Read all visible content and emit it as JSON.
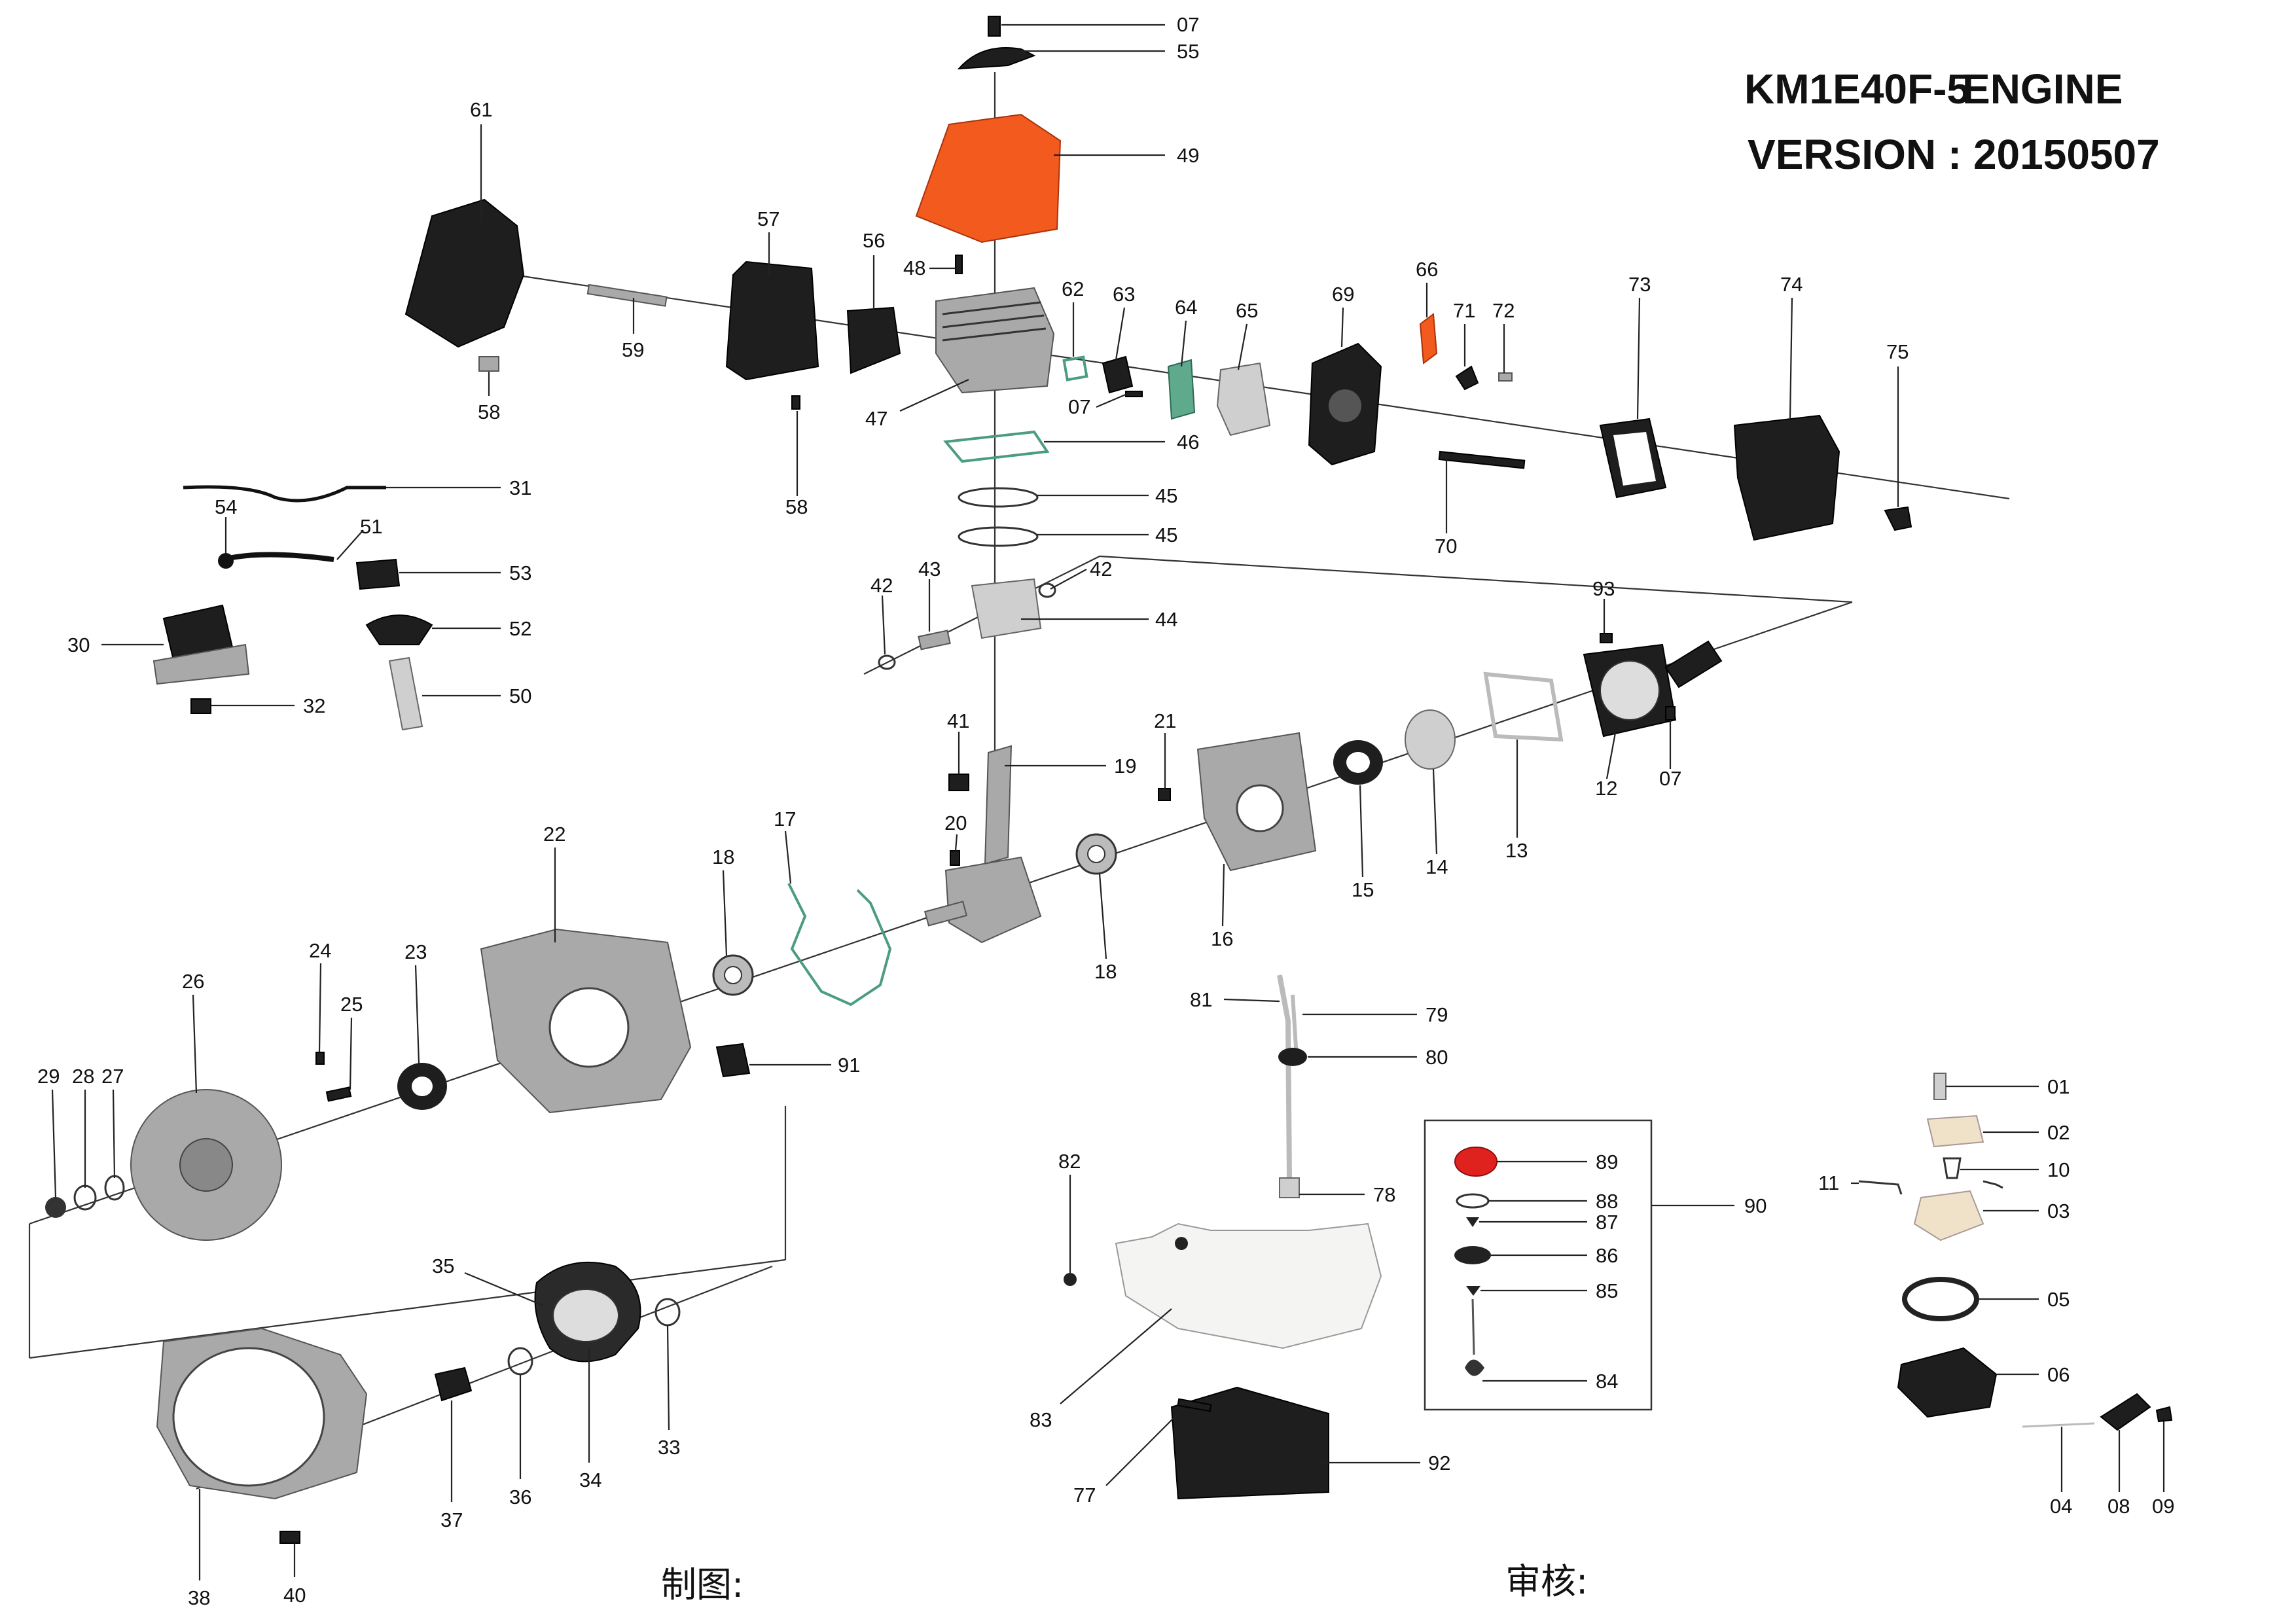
{
  "header": {
    "model": "KM1E40F-5",
    "model_suffix": "ENGINE",
    "version": "VERSION : 20150507"
  },
  "footer": {
    "drawn_by": "制图:",
    "checked_by": "审核:"
  },
  "part_labels": [
    "07",
    "55",
    "49",
    "61",
    "57",
    "56",
    "48",
    "62",
    "63",
    "64",
    "65",
    "69",
    "66",
    "71",
    "72",
    "73",
    "74",
    "75",
    "59",
    "58",
    "58",
    "47",
    "07",
    "46",
    "70",
    "45",
    "45",
    "31",
    "54",
    "51",
    "53",
    "52",
    "50",
    "30",
    "32",
    "42",
    "43",
    "42",
    "44",
    "93",
    "12",
    "07",
    "41",
    "19",
    "21",
    "20",
    "17",
    "22",
    "18",
    "18",
    "16",
    "15",
    "14",
    "13",
    "24",
    "25",
    "23",
    "26",
    "29",
    "28",
    "27",
    "91",
    "81",
    "79",
    "80",
    "78",
    "82",
    "83",
    "77",
    "92",
    "35",
    "34",
    "33",
    "36",
    "37",
    "38",
    "40",
    "89",
    "88",
    "87",
    "86",
    "85",
    "84",
    "90",
    "01",
    "02",
    "10",
    "11",
    "03",
    "05",
    "06",
    "04",
    "08",
    "09"
  ],
  "colors": {
    "cover": "#f25a1e",
    "gasket": "#4b9d80",
    "dark_part": "#1e1e1e",
    "metal_part": "#a9a9a9"
  }
}
